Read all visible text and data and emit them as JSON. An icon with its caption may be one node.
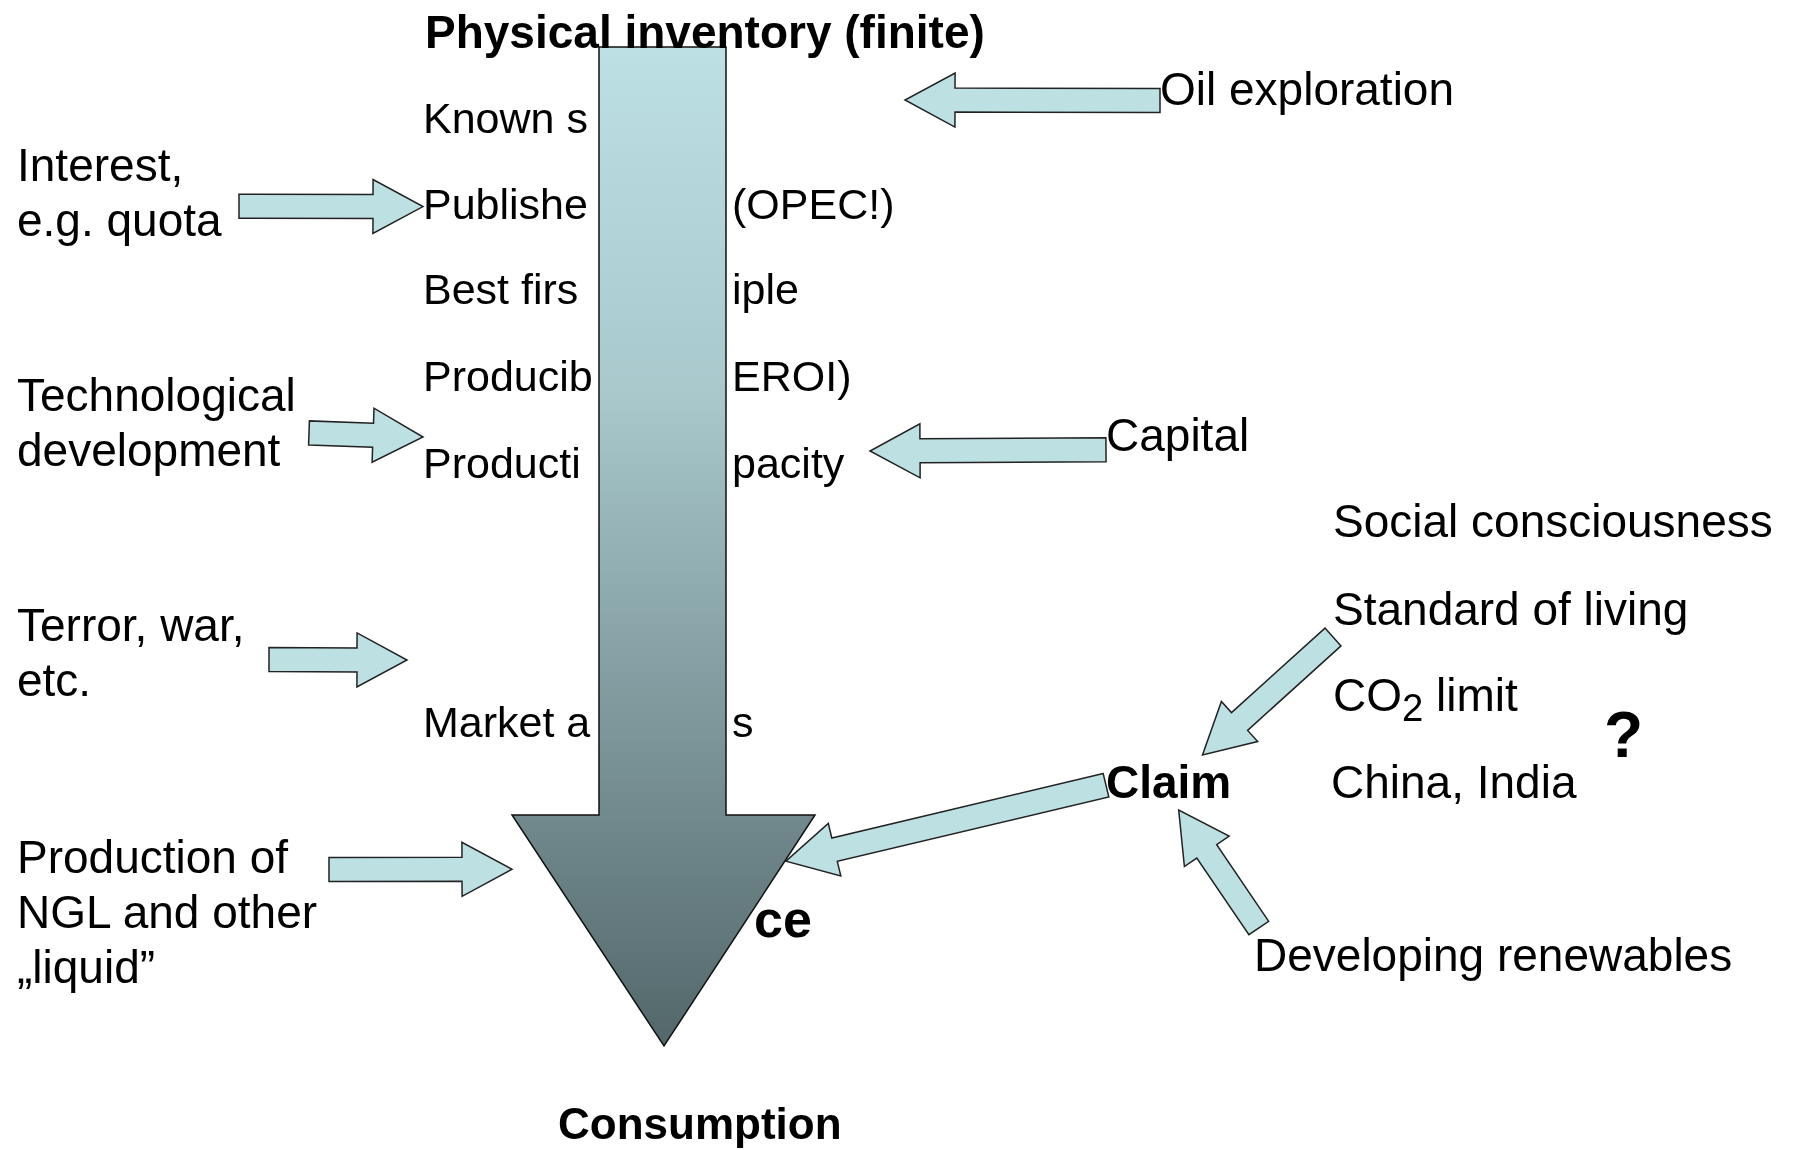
{
  "diagram": {
    "title": "Physical inventory (finite)",
    "nodes": [
      {
        "text": [
          "Interest, e.g. quota"
        ]
      },
      {
        "text": [
          "Publishe",
          "(OPEC!)"
        ]
      },
      {
        "text": [
          "Oil exploration"
        ]
      },
      {
        "text": [
          "Technological development"
        ]
      },
      {
        "text": [
          "Capital"
        ]
      },
      {
        "text": [
          "Producti",
          "pacity"
        ]
      },
      {
        "text": [
          "Terror, war, etc."
        ]
      },
      {
        "text": [
          "Production of NGL and other „liquid”"
        ]
      },
      {
        "text": [],
        "shape": "arrow"
      },
      {
        "text": [
          "Standard of living"
        ]
      },
      {
        "text": [
          "Claim"
        ]
      },
      {
        "text": [
          "Developing renewables"
        ]
      }
    ],
    "edges": [
      {
        "from": 0,
        "to": 1,
        "arrow": "to"
      },
      {
        "from": 2,
        "to": null,
        "arrow": "to"
      },
      {
        "from": 3,
        "to": 5,
        "arrow": "to"
      },
      {
        "from": 4,
        "to": 5,
        "arrow": "to"
      },
      {
        "from": 6,
        "to": null,
        "arrow": "to"
      },
      {
        "from": 7,
        "to": 8,
        "arrow": "to"
      },
      {
        "from": 9,
        "to": 10,
        "arrow": "to"
      },
      {
        "from": 11,
        "to": 10,
        "arrow": "to"
      },
      {
        "from": 10,
        "to": 8,
        "arrow": "to"
      }
    ],
    "labels": [
      "Known s",
      "Best firs",
      "iple",
      "Producib",
      "EROI)",
      "Market a",
      "s",
      "ce",
      "Consumption",
      "Social consciousness",
      "CO$_{2}$ limit",
      "China, India",
      "?"
    ]
  }
}
